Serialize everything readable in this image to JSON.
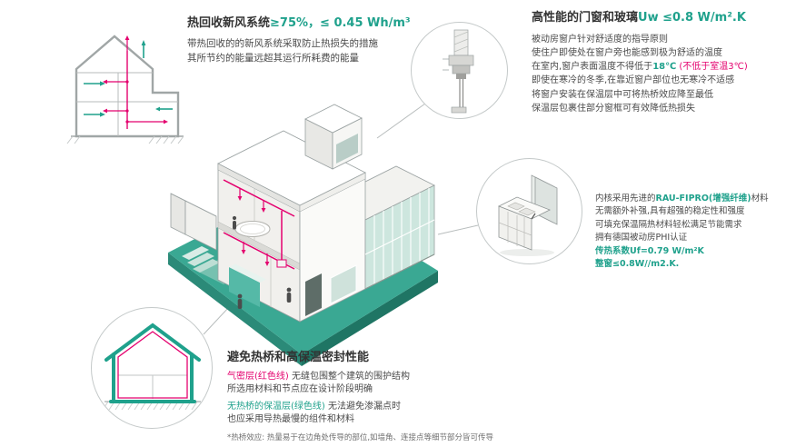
{
  "colors": {
    "teal": "#1fa18c",
    "red": "#e4006e",
    "platform_teal": "#3aa893",
    "ink": "#3d3d3d"
  },
  "heat_recovery": {
    "title_black": "热回收新风系统",
    "title_teal": "≥75%，≤ 0.45 Wh/m³",
    "line1": "带热回收的的新风系统采取防止热损失的措施",
    "line2": "其所节约的能量远超其运行所耗费的能量"
  },
  "windows": {
    "title_black": "高性能的门窗和玻璃",
    "title_teal": "Uw ≤0.8 W/m².K",
    "line1": "被动房窗户针对舒适度的指导原则",
    "line2": "使住户即使处在窗户旁也能感到极为舒适的温度",
    "line3_pre": "在室内,窗户表面温度不得低于",
    "line3_temp": "18℃",
    "line3_warn": " (不低于室温3℃)",
    "line4": "即使在寒冷的冬季,在靠近窗户部位也无寒冷不适感",
    "line5": "将窗户安装在保温层中可将热桥效应降至最低",
    "line6": "保温层包裹住部分窗框可有效降低热损失"
  },
  "frame_material": {
    "line1_pre": "内核采用先进的",
    "line1_brand": "RAU-FIPRO(增强纤维)",
    "line1_post": "材料",
    "line2": "无需额外补强,具有超强的稳定性和强度",
    "line3": "可填充保温隔热材料轻松满足节能需求",
    "line4": "拥有德国被动房PHI认证",
    "line5": "传热系数Uf=0.79 W/m²K",
    "line6": "整窗≤0.8W//m2.K."
  },
  "thermal_bridge": {
    "title": "避免热桥和高保温密封性能",
    "airtight_label": "气密层(红色线)",
    "airtight_rest": " 无缝包围整个建筑的围护结构",
    "line2": "所选用材料和节点应在设计阶段明确",
    "insulation_label": "无热桥的保温层(绿色线)",
    "insulation_rest": " 无法避免渗漏点时",
    "line4": "也应采用导热最慢的组件和材料",
    "footnote": "*热桥效应: 热量易于在边角处传导的部位,如墙角、连接点等细节部分皆可传导"
  }
}
